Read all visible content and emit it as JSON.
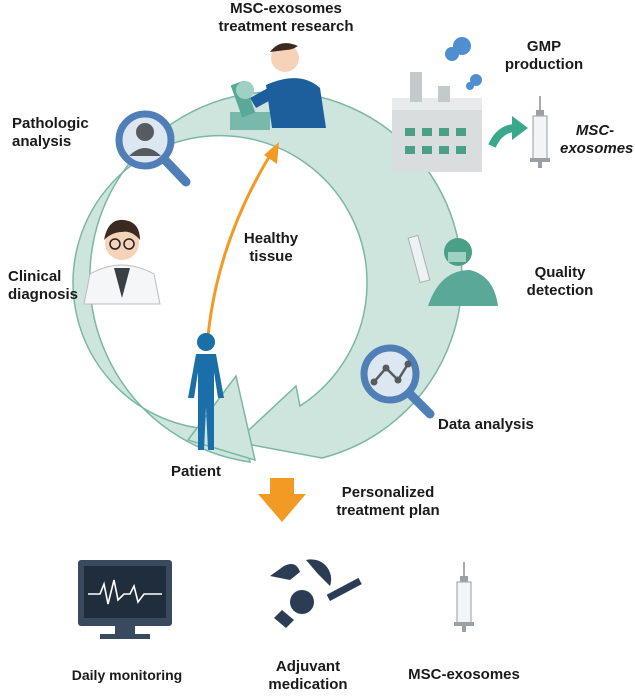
{
  "cycle": {
    "research": {
      "line1": "MSC-exosomes",
      "line2": "treatment research"
    },
    "gmp": {
      "line1": "GMP",
      "line2": "production"
    },
    "product": {
      "line1": "MSC-",
      "line2": "exosomes"
    },
    "pathologic": {
      "line1": "Pathologic",
      "line2": "analysis"
    },
    "healthy": {
      "line1": "Healthy",
      "line2": "tissue"
    },
    "clinical": {
      "line1": "Clinical",
      "line2": "diagnosis"
    },
    "quality": {
      "line1": "Quality",
      "line2": "detection"
    },
    "data": {
      "label": "Data analysis"
    },
    "patient": {
      "label": "Patient"
    }
  },
  "plan": {
    "line1": "Personalized",
    "line2": "treatment plan"
  },
  "outcomes": {
    "monitoring": "Daily monitoring",
    "medication": {
      "line1": "Adjuvant",
      "line2": "medication"
    },
    "exosomes": "MSC-exosomes"
  },
  "colors": {
    "ring": "#cde5dd",
    "ring_stroke": "#7bb7a4",
    "blue": "#1b6fa8",
    "lens": "#4f7fb6",
    "teal": "#5aa897",
    "orange": "#f39a24",
    "navy": "#2b3d55",
    "green_arrow": "#3aa88a"
  },
  "icons": [
    "microscope-scientist-icon",
    "factory-icon",
    "syringe-icon",
    "magnifier-person-icon",
    "doctor-icon",
    "lab-technician-icon",
    "magnifier-chart-icon",
    "patient-figure-icon",
    "down-arrow-icon",
    "monitor-icon",
    "pills-icon"
  ]
}
